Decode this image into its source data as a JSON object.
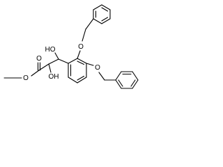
{
  "molecule": {
    "atom_labels": {
      "o_ether_upper": "O",
      "o_ether_lower": "O",
      "oh_upper": "HO",
      "oh_lower": "OH",
      "o_carbonyl": "O",
      "o_methoxy": "O"
    },
    "colors": {
      "bond": "#000000",
      "label": "#000000",
      "background": "#ffffff"
    }
  }
}
